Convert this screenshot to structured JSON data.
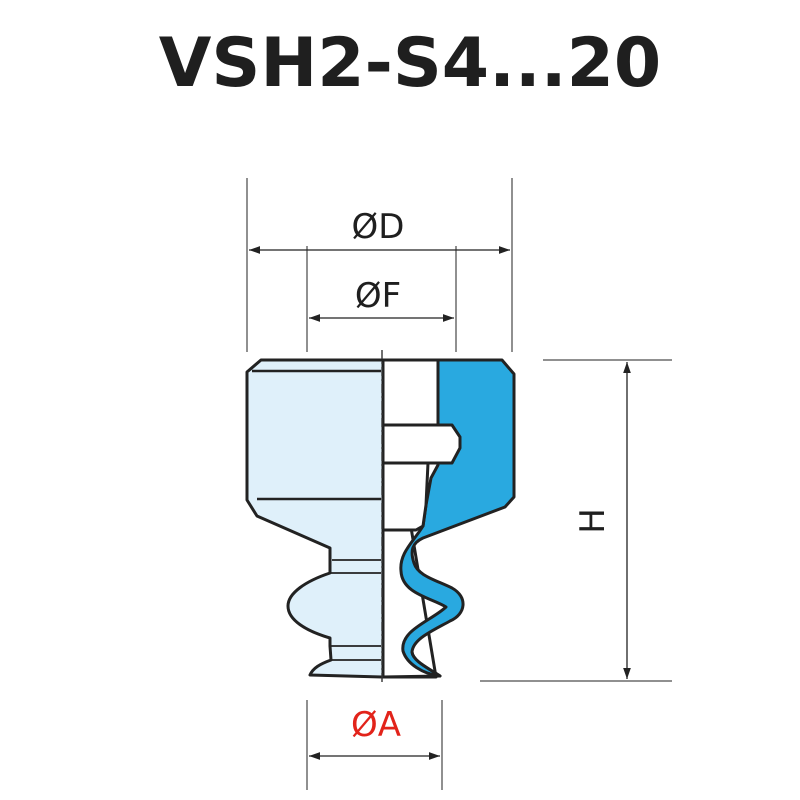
{
  "title": "VSH2-S4...20",
  "dimensions": {
    "outer_diameter": "ØD",
    "flange_diameter": "ØF",
    "height": "H",
    "suction_diameter": "ØA"
  },
  "colors": {
    "body_fill": "#dff0fa",
    "section_fill": "#29a9e0",
    "outline": "#222222",
    "text": "#1f1f1f",
    "accent_label": "#e2231a"
  }
}
